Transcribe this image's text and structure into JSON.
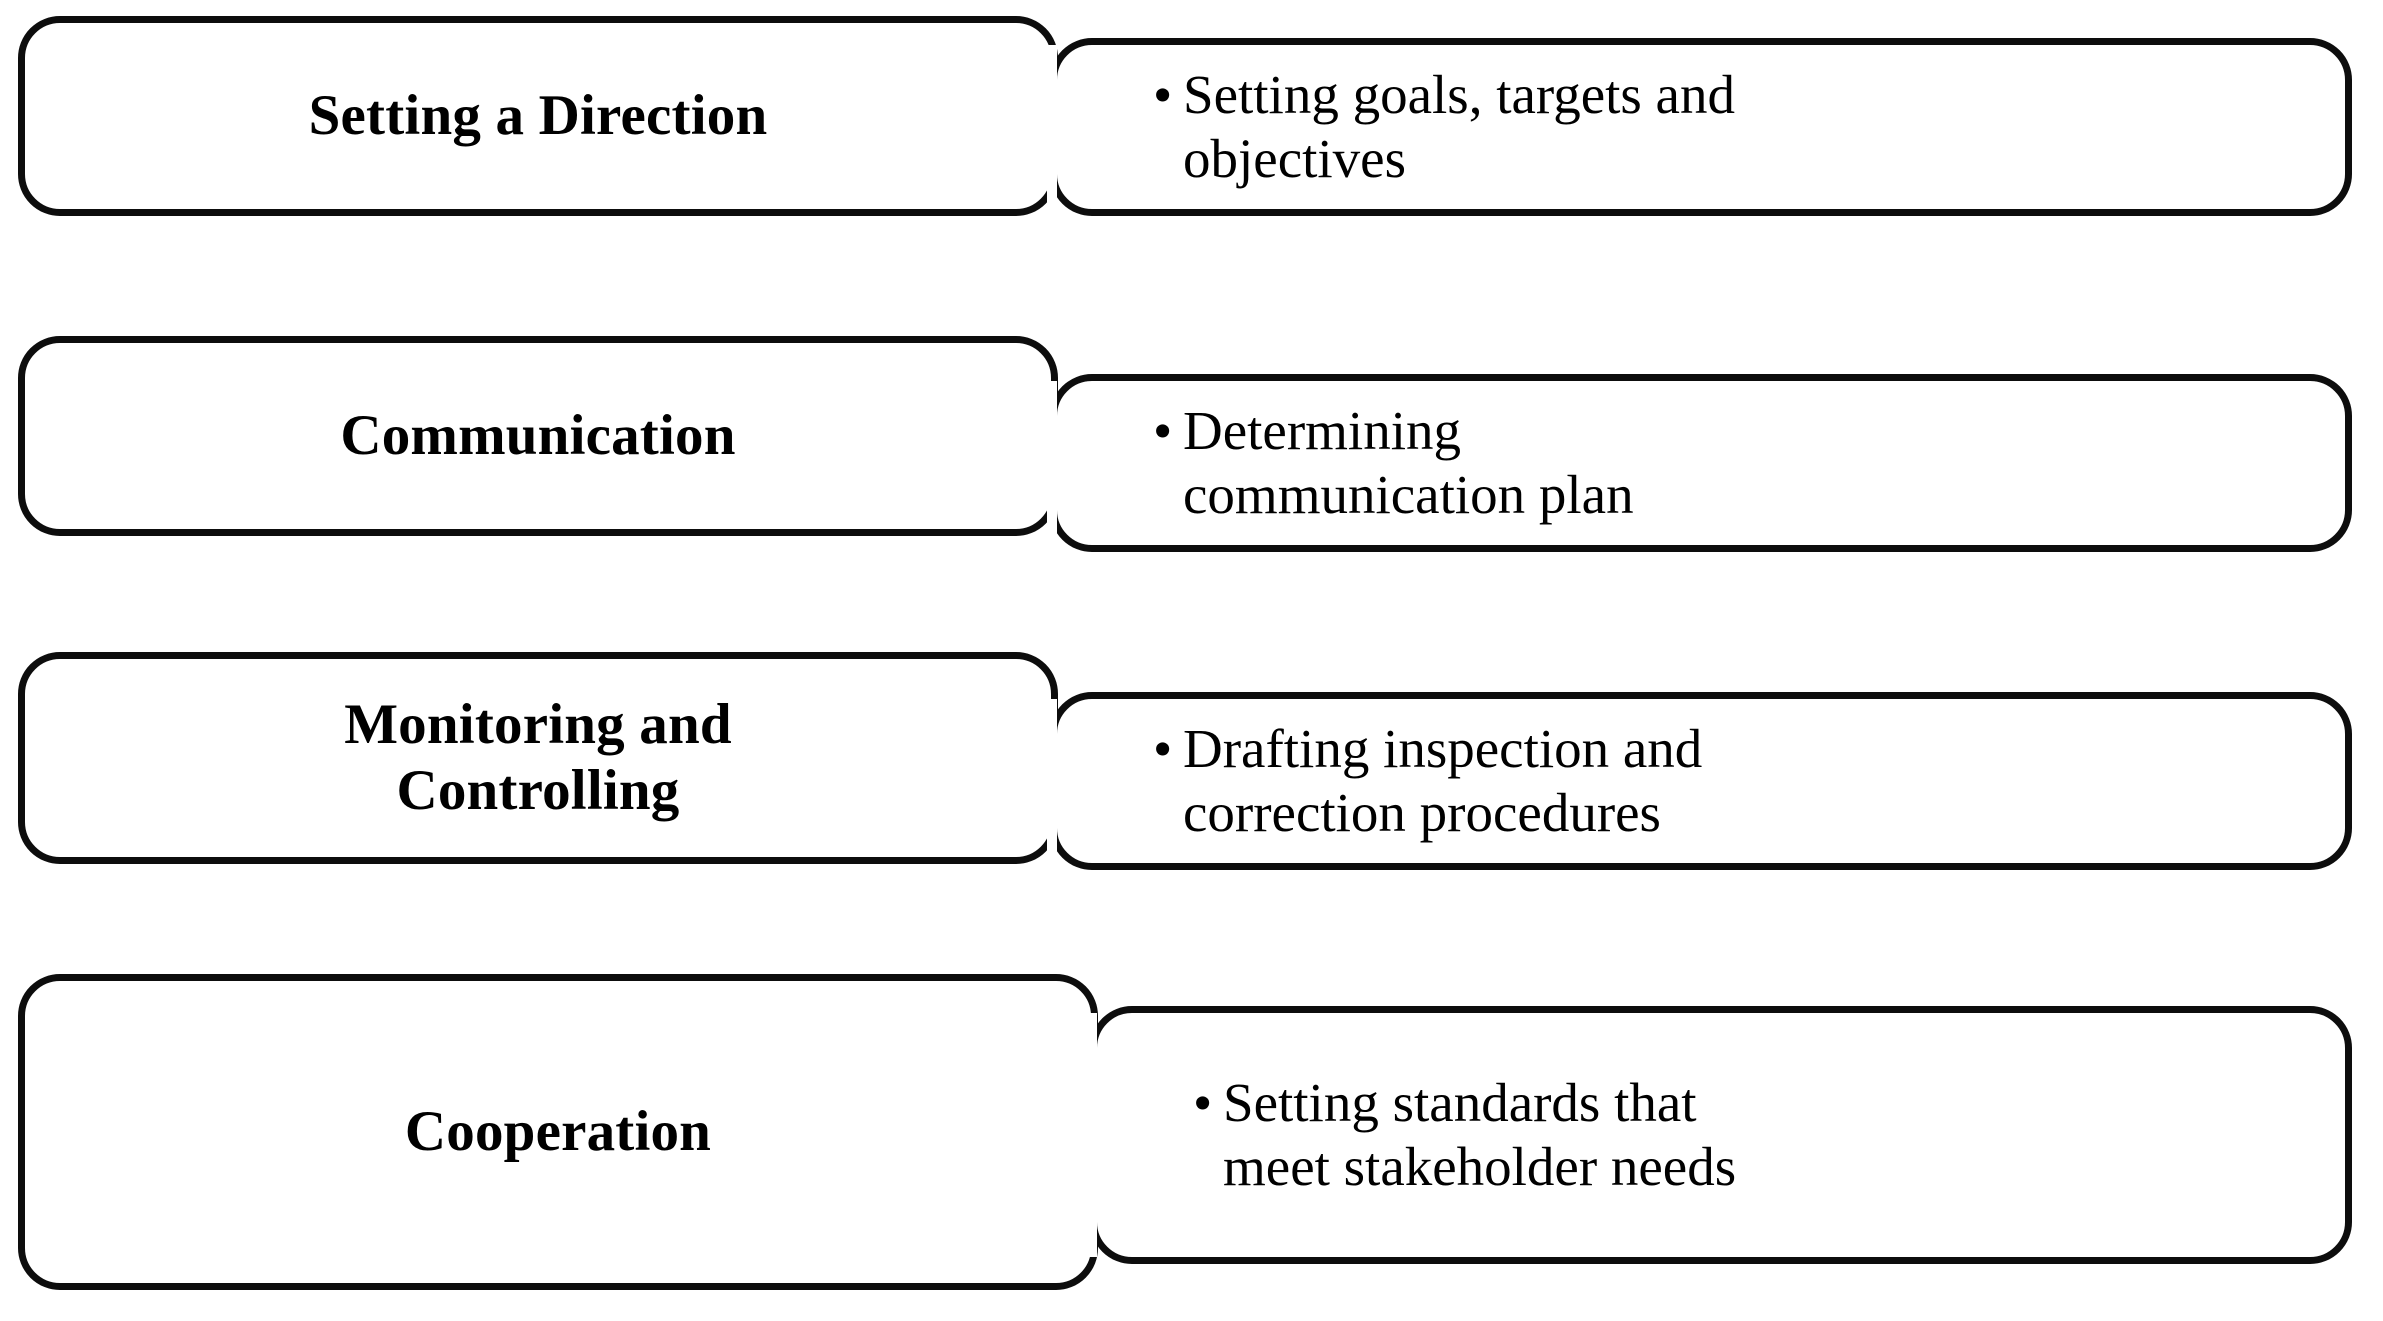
{
  "diagram": {
    "type": "two-column-rounded-box-list",
    "background_color": "#ffffff",
    "border_color": "#0d0d0d",
    "text_color": "#000000",
    "bullet_glyph": "•",
    "rows": [
      {
        "category": "Setting a Direction",
        "detail_line1": "Setting goals, targets and",
        "detail_line2": "objectives"
      },
      {
        "category": "Communication",
        "detail_line1": "Determining",
        "detail_line2": "communication plan"
      },
      {
        "category_line1": "Monitoring and",
        "category_line2": "Controlling",
        "category": "Monitoring and Controlling",
        "detail_line1": "Drafting inspection and",
        "detail_line2": "correction procedures"
      },
      {
        "category": "Cooperation",
        "detail_line1": "Setting standards that",
        "detail_line2": "meet stakeholder needs"
      }
    ]
  }
}
